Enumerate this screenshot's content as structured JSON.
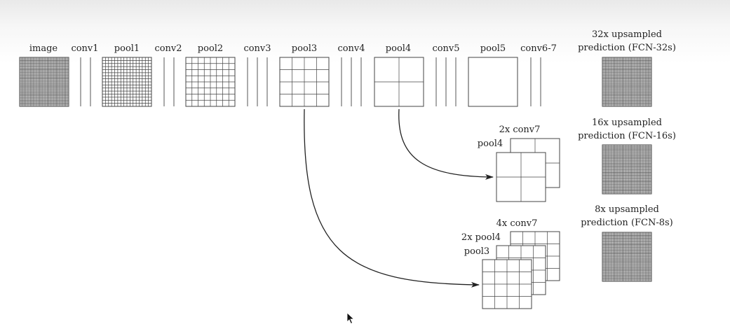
{
  "stages": [
    "image",
    "conv1",
    "pool1",
    "conv2",
    "pool2",
    "conv3",
    "pool3",
    "conv4",
    "pool4",
    "conv5",
    "pool5",
    "conv6-7"
  ],
  "predictions": [
    {
      "line1": "32x upsampled",
      "line2": "prediction (FCN-32s)"
    },
    {
      "line1": "16x upsampled",
      "line2": "prediction (FCN-16s)"
    },
    {
      "line1": "8x upsampled",
      "line2": "prediction (FCN-8s)"
    }
  ],
  "fcn16": {
    "top_label": "2x conv7",
    "side_label": "pool4"
  },
  "fcn8": {
    "top_label": "4x conv7",
    "mid_label": "2x pool4",
    "side_label": "pool3"
  },
  "colors": {
    "stroke": "#444444",
    "text": "#222222",
    "background_top": "#e9e9e9"
  },
  "icons": {
    "cursor": "mouse-pointer-icon"
  }
}
